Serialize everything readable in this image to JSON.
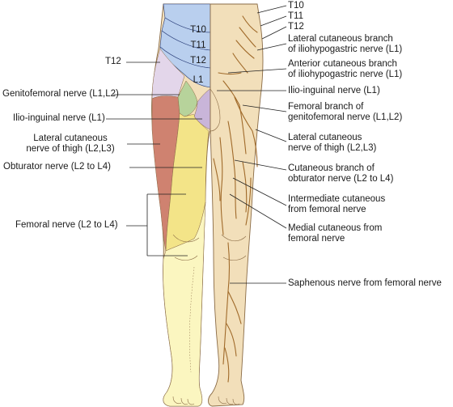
{
  "colors": {
    "skin": "#f2dfba",
    "skin_line": "#8a6b45",
    "nerve": "#a06a2a",
    "t10": "#b9cfee",
    "t11": "#b9cfee",
    "t12": "#e3d6ea",
    "l1": "#b9cfee",
    "genitofemoral": "#b7d39b",
    "ilioinguinal": "#c9b5d9",
    "lateral_thigh": "#cf8270",
    "obturator": "#f3e488",
    "femoral": "#fbf6c0",
    "leader": "#222222"
  },
  "segment_labels": {
    "t10": "T10",
    "t11": "T11",
    "t12": "T12",
    "l1": "L1"
  },
  "left_labels": {
    "t12": "T12",
    "genitofemoral": "Genitofemoral nerve (L1,L2)",
    "ilioinguinal": "Ilio-inguinal nerve (L1)",
    "lateral_cutaneous": [
      "Lateral cutaneous",
      "nerve of thigh (L2,L3)"
    ],
    "obturator": "Obturator nerve (L2 to L4)",
    "femoral": "Femoral nerve (L2 to L4)"
  },
  "right_labels": {
    "t10": "T10",
    "t11": "T11",
    "t12": "T12",
    "lat_iliohypogastric": [
      "Lateral cutaneous branch",
      "of iliohypogastric nerve (L1)"
    ],
    "ant_iliohypogastric": [
      "Anterior cutaneous branch",
      "of iliohypogastric nerve (L1)"
    ],
    "ilioinguinal": "Ilio-inguinal nerve (L1)",
    "femoral_branch": [
      "Femoral branch of",
      "genitofemoral nerve (L1,L2)"
    ],
    "lateral_cutaneous": [
      "Lateral cutaneous",
      "nerve of thigh (L2,L3)"
    ],
    "cutaneous_obturator": [
      "Cutaneous branch of",
      "obturator nerve (L2 to L4)"
    ],
    "intermediate": [
      "Intermediate cutaneous",
      "from femoral nerve"
    ],
    "medial": [
      "Medial cutaneous from",
      "femoral nerve"
    ],
    "saphenous": "Saphenous nerve from femoral nerve"
  }
}
